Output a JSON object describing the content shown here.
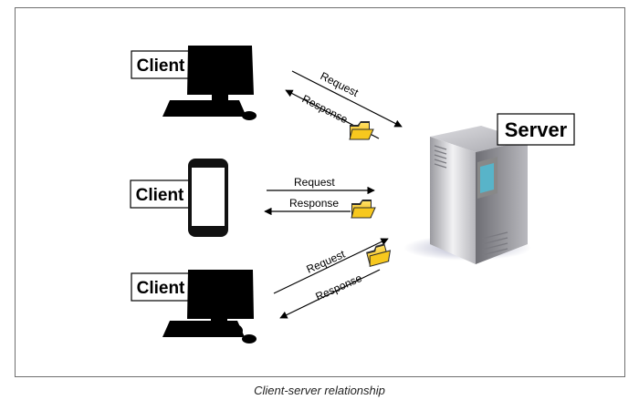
{
  "diagram": {
    "nodes": {
      "client_top": "Client",
      "client_middle": "Client",
      "client_bottom": "Client",
      "server": "Server"
    },
    "arrows": {
      "top": {
        "request": "Request",
        "response": "Response"
      },
      "middle": {
        "request": "Request",
        "response": "Response"
      },
      "bottom": {
        "request": "Request",
        "response": "Response"
      }
    }
  },
  "caption": "Client-server relationship",
  "colors": {
    "folder": "#f5c518",
    "screen_accent": "#58b4c9",
    "frame": "#6f6f6f"
  }
}
